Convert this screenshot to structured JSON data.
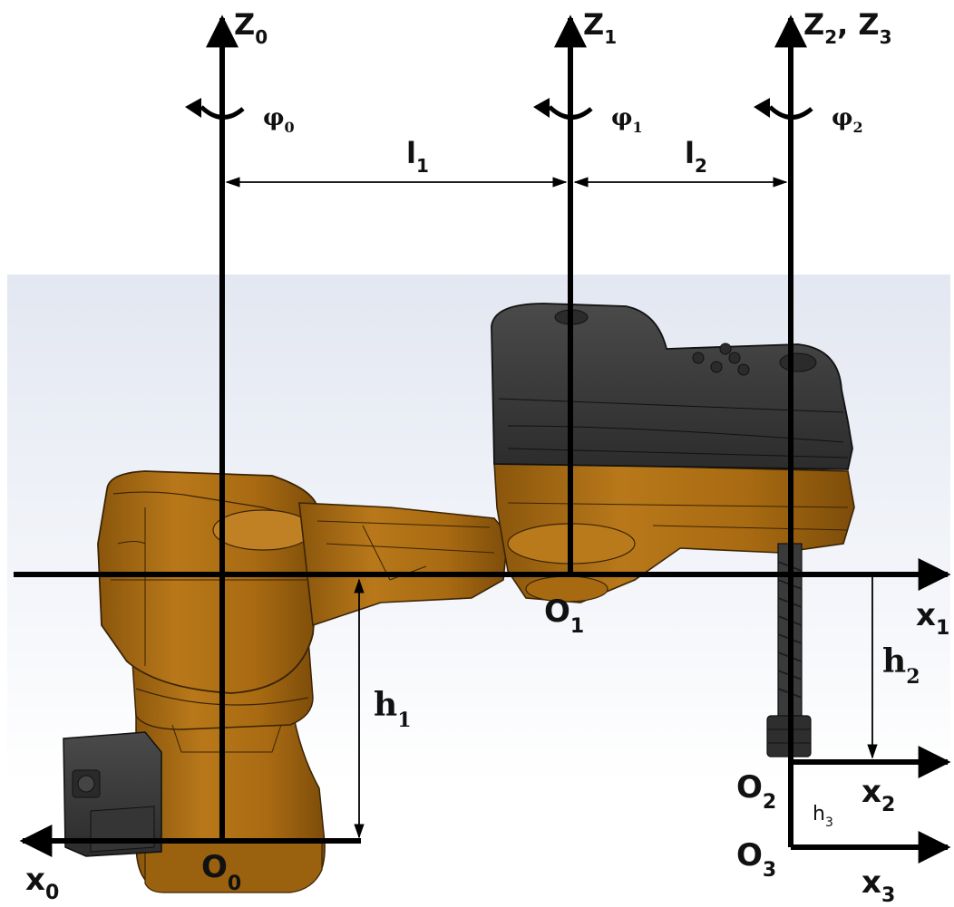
{
  "colors": {
    "body": "#a86a10",
    "body_dark": "#6e430a",
    "body_light": "#c98a26",
    "cover": "#3d3d3d",
    "cover_dark": "#222222",
    "shaft": "#333333",
    "axis": "#000000",
    "backdrop": "#e6e9f2"
  },
  "axes": {
    "z0": {
      "base": "Z",
      "sub": "0"
    },
    "z1": {
      "base": "Z",
      "sub": "1"
    },
    "z23": {
      "base": "Z",
      "sub": "2",
      "sep": ", Z",
      "sub2": "3"
    },
    "x0": {
      "base": "x",
      "sub": "0"
    },
    "x1": {
      "base": "x",
      "sub": "1"
    },
    "x2": {
      "base": "x",
      "sub": "2"
    },
    "x3": {
      "base": "x",
      "sub": "3"
    }
  },
  "rotations": {
    "phi0": {
      "base": "φ",
      "sub": "0"
    },
    "phi1": {
      "base": "φ",
      "sub": "1"
    },
    "phi2": {
      "base": "φ",
      "sub": "2"
    }
  },
  "origins": {
    "o0": {
      "base": "O",
      "sub": "0"
    },
    "o1": {
      "base": "O",
      "sub": "1"
    },
    "o2": {
      "base": "O",
      "sub": "2"
    },
    "o3": {
      "base": "O",
      "sub": "3"
    }
  },
  "dimensions": {
    "l1": {
      "base": "l",
      "sub": "1"
    },
    "l2": {
      "base": "l",
      "sub": "2"
    },
    "h1": {
      "base": "h",
      "sub": "1"
    },
    "h2": {
      "base": "h",
      "sub": "2"
    },
    "h3": {
      "base": "h",
      "sub": "3"
    }
  }
}
